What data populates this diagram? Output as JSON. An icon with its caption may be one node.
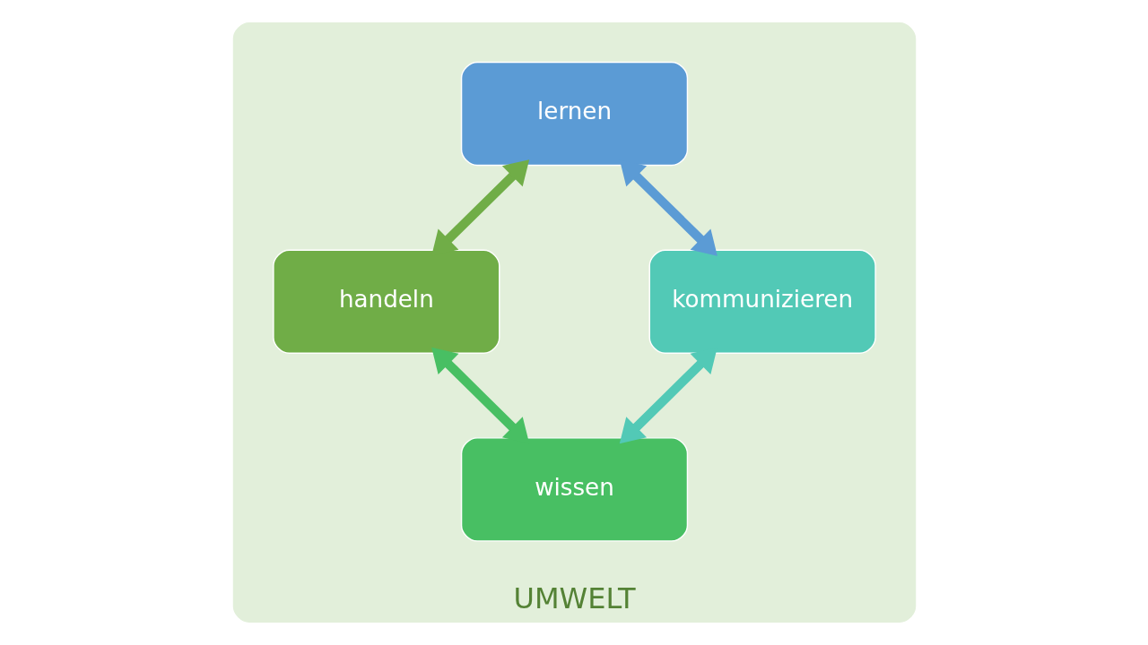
{
  "diagram": {
    "nodes": [
      {
        "text": [
          "UMWELT"
        ]
      },
      {
        "text": [
          "lernen"
        ],
        "in": 0
      },
      {
        "text": [
          "handeln"
        ],
        "in": 0
      },
      {
        "text": [
          "kommunizieren"
        ],
        "in": 0
      },
      {
        "text": [
          "wissen"
        ],
        "in": 0
      }
    ],
    "edges": [
      {
        "from": 1,
        "to": 2,
        "arrow": "both",
        "color": "#70ad47"
      },
      {
        "from": 1,
        "to": 3,
        "arrow": "both",
        "color": "#5b9bd5"
      },
      {
        "from": 2,
        "to": 4,
        "arrow": "both",
        "color": "#48bf63"
      },
      {
        "from": 3,
        "to": 4,
        "arrow": "both",
        "color": "#52c9b6"
      }
    ]
  }
}
